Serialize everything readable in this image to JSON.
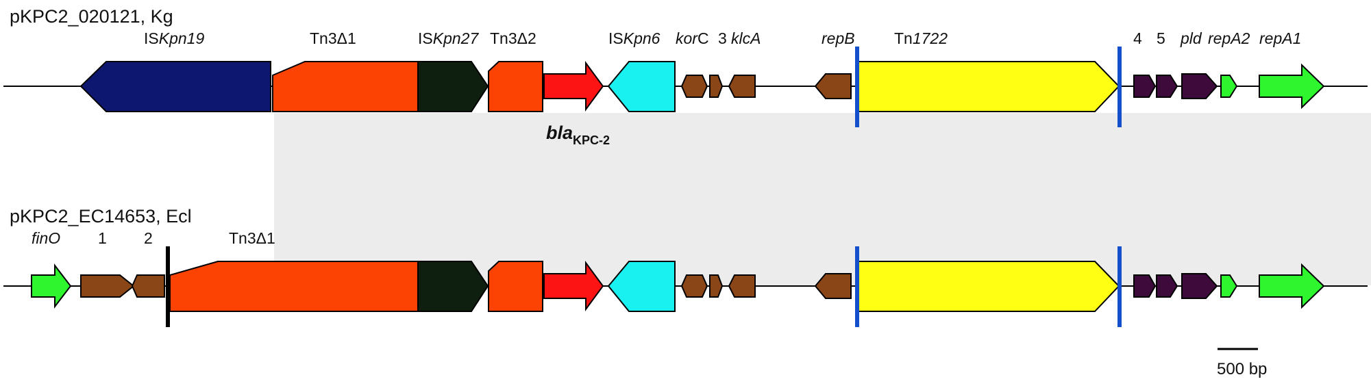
{
  "diagram": {
    "plasmid_top": "pKPC2_020121, Kg",
    "plasmid_bottom": "pKPC2_EC14653, Ecl",
    "scale_label": "500 bp",
    "bla_label": {
      "main": "bla",
      "sub": "KPC-2"
    },
    "top_labels": [
      {
        "parts": [
          {
            "text": "IS",
            "italic": false
          },
          {
            "text": "Kpn19",
            "italic": true
          }
        ]
      },
      {
        "parts": [
          {
            "text": "Tn3Δ1",
            "italic": false
          }
        ]
      },
      {
        "parts": [
          {
            "text": "IS",
            "italic": false
          },
          {
            "text": "Kpn27",
            "italic": true
          }
        ]
      },
      {
        "parts": [
          {
            "text": "Tn3Δ2",
            "italic": false
          }
        ]
      },
      {
        "parts": [
          {
            "text": "IS",
            "italic": false
          },
          {
            "text": "Kpn6",
            "italic": true
          }
        ]
      },
      {
        "parts": [
          {
            "text": "kor",
            "italic": true
          },
          {
            "text": "C",
            "italic": false
          }
        ]
      },
      {
        "parts": [
          {
            "text": "3",
            "italic": false
          }
        ]
      },
      {
        "parts": [
          {
            "text": "klcA",
            "italic": true
          }
        ]
      },
      {
        "parts": [
          {
            "text": "repB",
            "italic": true
          }
        ]
      },
      {
        "parts": [
          {
            "text": "Tn",
            "italic": false
          },
          {
            "text": "1722",
            "italic": true
          }
        ]
      },
      {
        "parts": [
          {
            "text": "4",
            "italic": false
          }
        ]
      },
      {
        "parts": [
          {
            "text": "5",
            "italic": false
          }
        ]
      },
      {
        "parts": [
          {
            "text": "pld",
            "italic": true
          }
        ]
      },
      {
        "parts": [
          {
            "text": "repA2",
            "italic": true
          }
        ]
      },
      {
        "parts": [
          {
            "text": "repA1",
            "italic": true
          }
        ]
      }
    ],
    "bottom_labels": [
      {
        "parts": [
          {
            "text": "finO",
            "italic": true
          }
        ]
      },
      {
        "parts": [
          {
            "text": "1",
            "italic": false
          }
        ]
      },
      {
        "parts": [
          {
            "text": "2",
            "italic": false
          }
        ]
      },
      {
        "parts": [
          {
            "text": "Tn3Δ1",
            "italic": false
          }
        ]
      }
    ],
    "colors": {
      "iskpn19": "#0d1770",
      "tn3": "#fc4303",
      "iskpn27": "#0f1f0f",
      "bla": "#fc1414",
      "iskpn6": "#19f0f0",
      "brown": "#8b4618",
      "tn1722": "#ffff14",
      "purple": "#3e0a3c",
      "green": "#2ef52e",
      "boundary": "#1450cc",
      "shading": "#ececec"
    }
  }
}
